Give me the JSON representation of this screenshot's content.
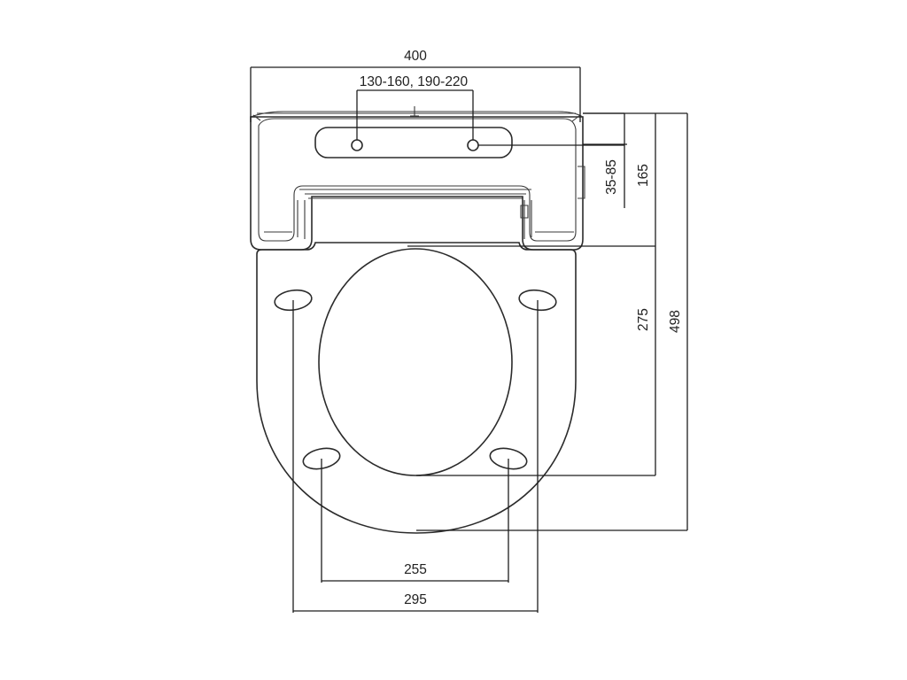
{
  "dimensions": {
    "overall_width": "400",
    "hole_spacing": "130-160, 190-220",
    "hinge_offset": "35-85",
    "hinge_depth": "165",
    "seat_to_hinge": "275",
    "overall_length": "498",
    "front_hole_spacing": "255",
    "rear_hole_spacing": "295"
  },
  "colors": {
    "line": "#2b2b2b",
    "text": "#222222",
    "background": "#ffffff"
  }
}
